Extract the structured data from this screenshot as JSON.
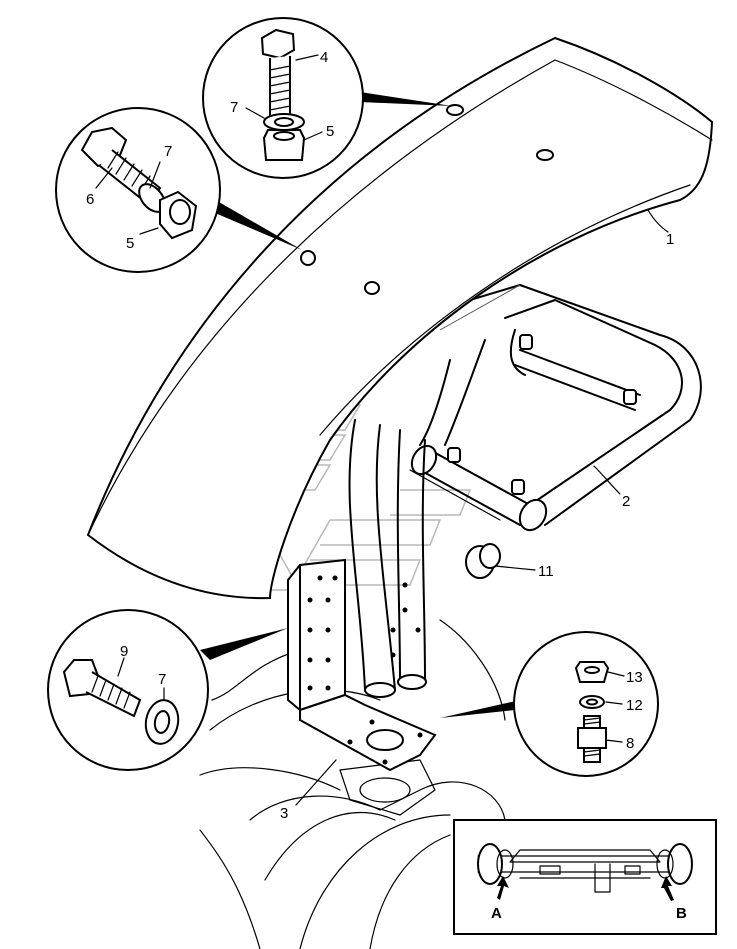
{
  "callouts": {
    "main_1": "1",
    "main_2": "2",
    "main_3": "3",
    "main_11": "11",
    "top_4": "4",
    "top_7": "7",
    "top_5": "5",
    "left_6": "6",
    "left_7": "7",
    "left_5": "5",
    "lower_9": "9",
    "lower_7": "7",
    "right_13": "13",
    "right_12": "12",
    "right_8": "8"
  },
  "inset": {
    "label_a": "A",
    "label_b": "B"
  }
}
